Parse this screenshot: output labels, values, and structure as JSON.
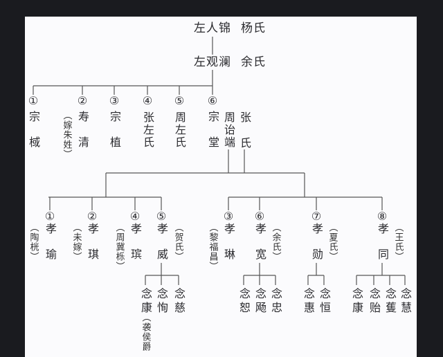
{
  "gen0": {
    "name": "左人锦",
    "spouse": "杨氏"
  },
  "gen1": {
    "name": "左观澜",
    "spouse": "余氏"
  },
  "gen2": [
    {
      "num": "①",
      "name": "宗棫"
    },
    {
      "num": "②",
      "name": "寿清",
      "note": "（嫁朱姓）"
    },
    {
      "num": "③",
      "name": "宗植"
    },
    {
      "num": "④",
      "name": "张左氏"
    },
    {
      "num": "⑤",
      "name": "周左氏"
    },
    {
      "num": "⑥",
      "name": "宗堂",
      "spouse": "周诒端",
      "spouse2": "张氏"
    }
  ],
  "gen3": [
    {
      "num": "①",
      "name": "孝瑜",
      "note": "（陶桄）"
    },
    {
      "num": "②",
      "name": "孝琪",
      "note": "（未嫁）"
    },
    {
      "num": "④",
      "name": "孝瑸",
      "note": "（周冀栎）"
    },
    {
      "num": "⑤",
      "name": "孝威",
      "note": "（贺氏）",
      "children": [
        {
          "name": "念康",
          "note": "（袭侯爵"
        },
        {
          "name": "念恂"
        },
        {
          "name": "念慈"
        }
      ]
    },
    {
      "num": "③",
      "name": "孝琳",
      "note": "（黎福昌）"
    },
    {
      "num": "⑥",
      "name": "孝宽",
      "note": "（余氏）",
      "children": [
        {
          "name": "念恕"
        },
        {
          "name": "念飏"
        },
        {
          "name": "念忠"
        }
      ]
    },
    {
      "num": "⑦",
      "name": "孝勋",
      "note": "（夏氏）",
      "children": [
        {
          "name": "念惠"
        },
        {
          "name": "念恒"
        }
      ]
    },
    {
      "num": "⑧",
      "name": "孝同",
      "note": "（王氏）",
      "children": [
        {
          "name": "念康"
        },
        {
          "name": "念贻"
        },
        {
          "name": "念蒦"
        },
        {
          "name": "念慧"
        }
      ]
    }
  ]
}
